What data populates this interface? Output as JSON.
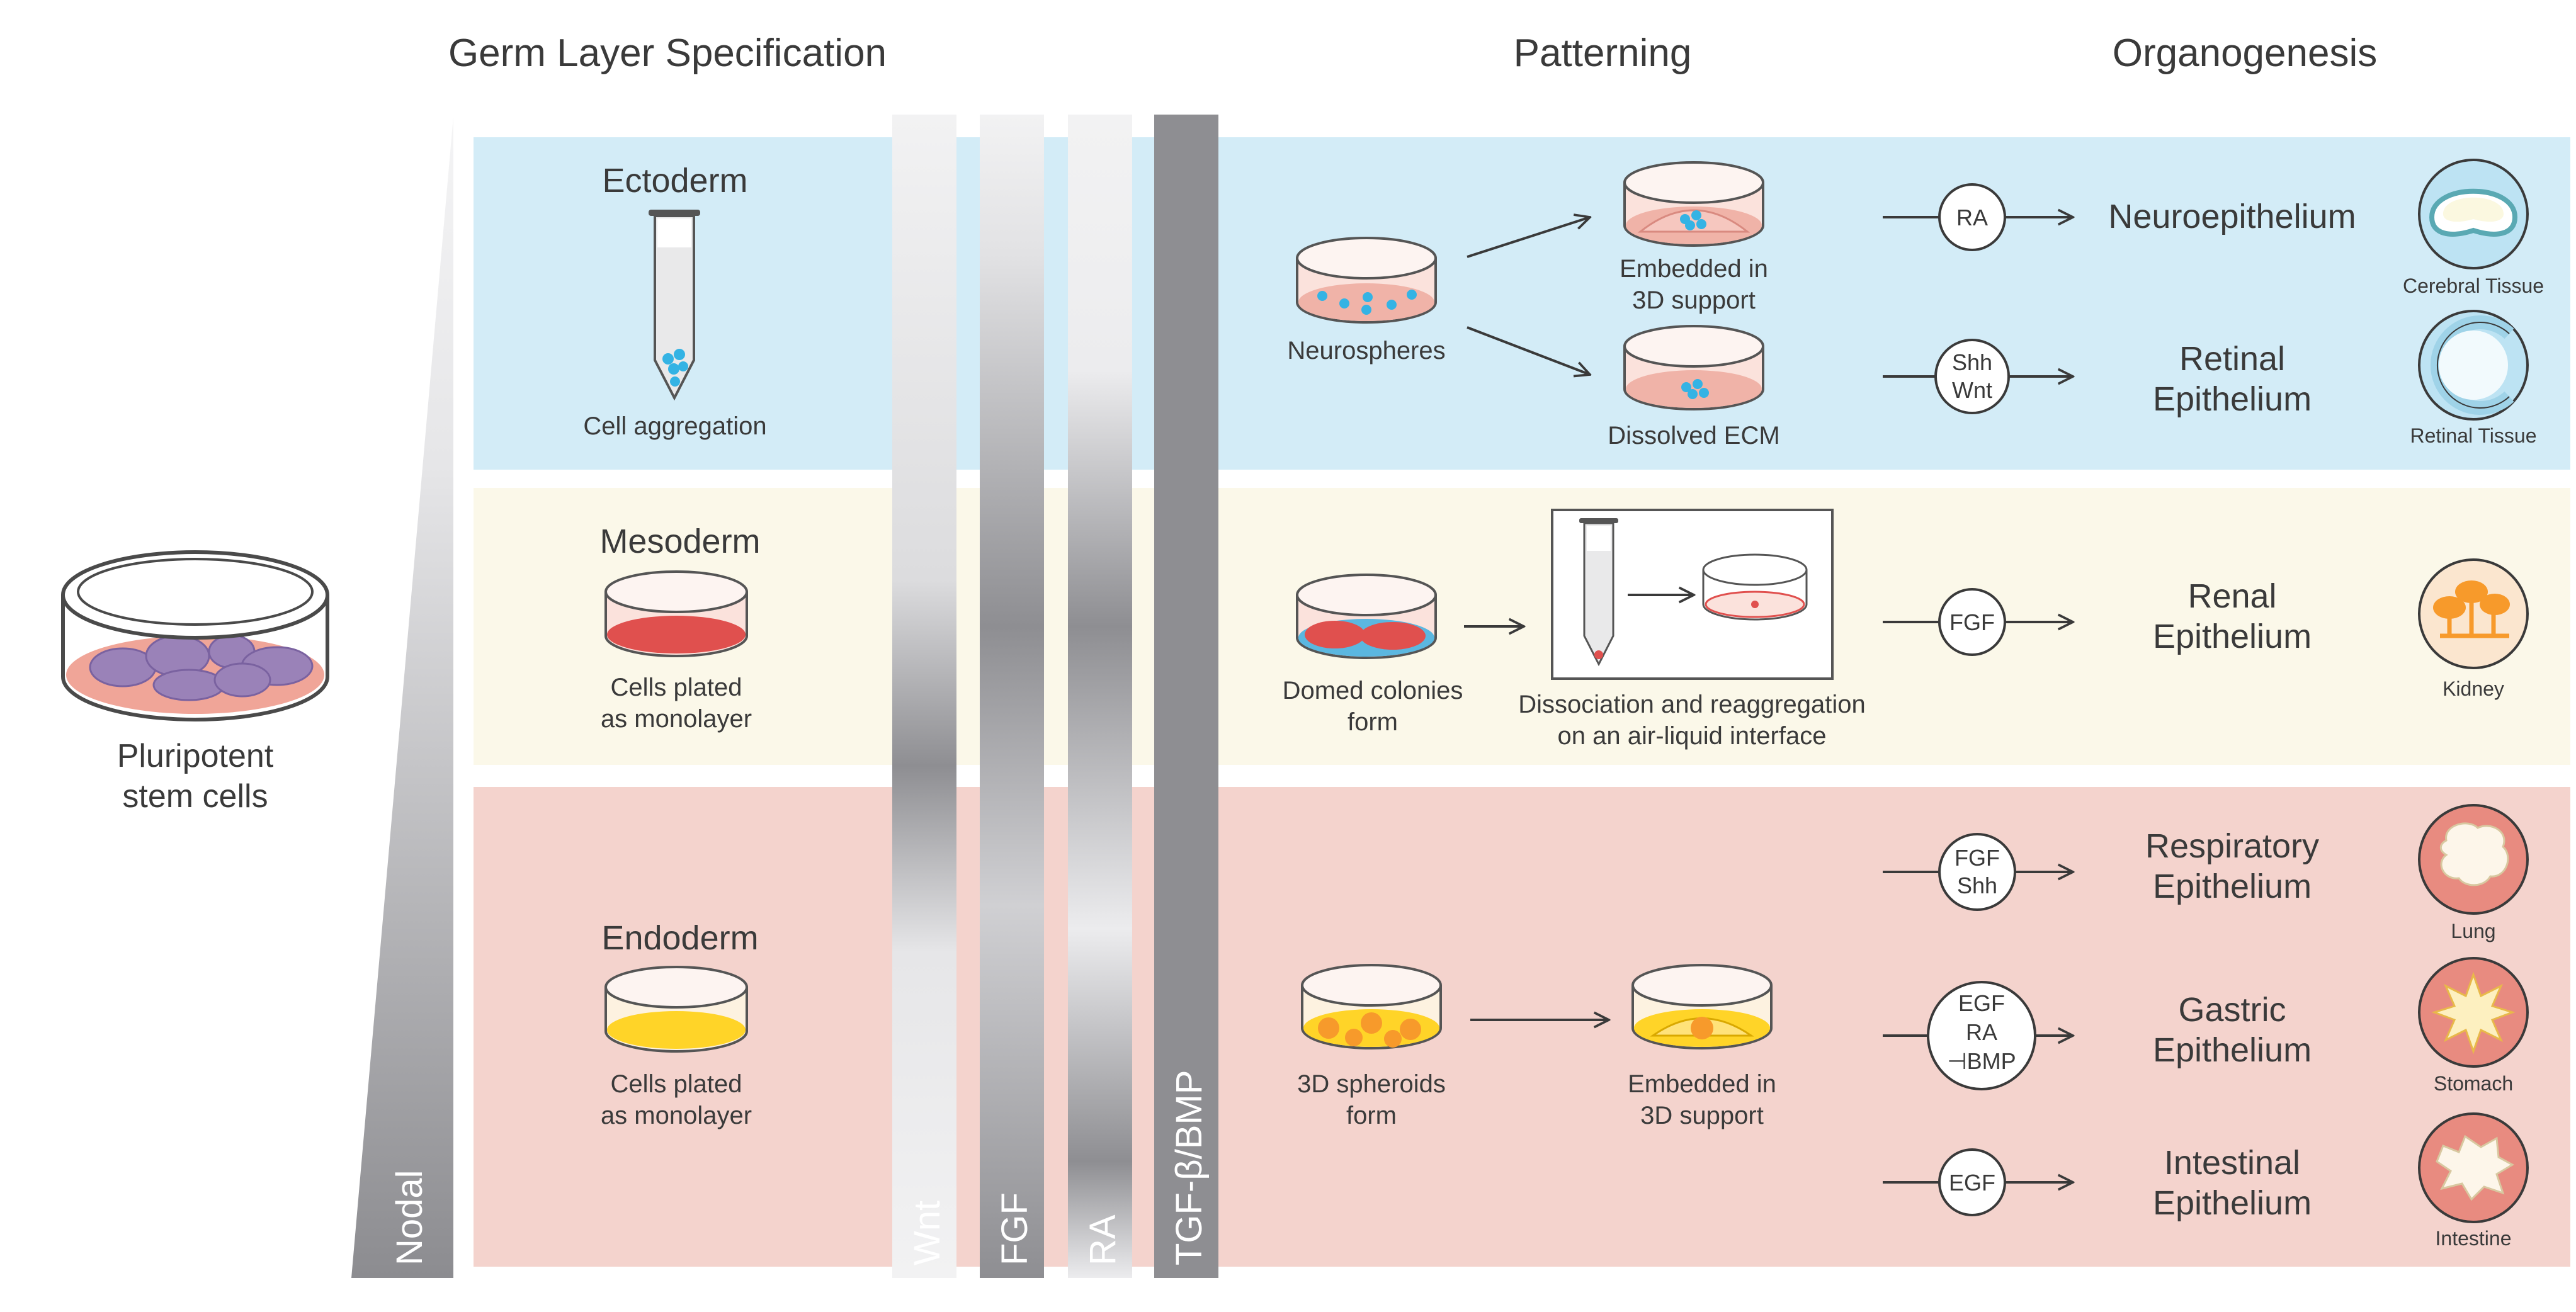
{
  "headers": {
    "germ_layer": "Germ Layer Specification",
    "patterning": "Patterning",
    "organogenesis": "Organogenesis"
  },
  "pluripotent": {
    "line1": "Pluripotent",
    "line2": "stem cells"
  },
  "gradients": {
    "nodal": "Nodal",
    "wnt": "Wnt",
    "fgf": "FGF",
    "ra": "RA",
    "tgf": "TGF-β/BMP"
  },
  "colors": {
    "ectoderm_band": "#d3ecf7",
    "mesoderm_band": "#fbf8e9",
    "endoderm_band": "#f4d3cd",
    "text": "#3a3a3a",
    "dot_blue": "#34b3e4",
    "dot_red": "#e04b4b",
    "yellow": "#ffd428",
    "orange": "#f79a2b"
  },
  "ectoderm": {
    "title": "Ectoderm",
    "method": "Cell aggregation",
    "neurospheres": "Neurospheres",
    "embedded_1": "Embedded in",
    "embedded_2": "3D support",
    "dissolved": "Dissolved ECM",
    "factor1": "RA",
    "factor2a": "Shh",
    "factor2b": "Wnt",
    "out1": "Neuroepithelium",
    "out2a": "Retinal",
    "out2b": "Epithelium",
    "tissue1": "Cerebral Tissue",
    "tissue2": "Retinal Tissue"
  },
  "mesoderm": {
    "title": "Mesoderm",
    "method1": "Cells plated",
    "method2": "as monolayer",
    "domed1": "Domed colonies",
    "domed2": "form",
    "dissoc1": "Dissociation and reaggregation",
    "dissoc2": "on an air-liquid interface",
    "factor": "FGF",
    "out1": "Renal",
    "out2": "Epithelium",
    "tissue": "Kidney"
  },
  "endoderm": {
    "title": "Endoderm",
    "method1": "Cells plated",
    "method2": "as monolayer",
    "spheroids1": "3D spheroids",
    "spheroids2": "form",
    "embedded1": "Embedded in",
    "embedded2": "3D support",
    "f_resp1": "FGF",
    "f_resp2": "Shh",
    "f_gas1": "EGF",
    "f_gas2": "RA",
    "f_gas3": "⊣BMP",
    "f_int": "EGF",
    "resp1": "Respiratory",
    "resp2": "Epithelium",
    "gas1": "Gastric",
    "gas2": "Epithelium",
    "int1": "Intestinal",
    "int2": "Epithelium",
    "tissue_lung": "Lung",
    "tissue_stomach": "Stomach",
    "tissue_intestine": "Intestine"
  }
}
